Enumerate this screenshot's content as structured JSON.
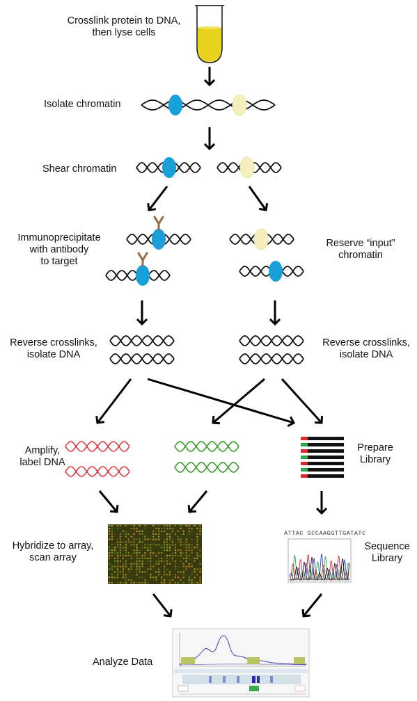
{
  "steps": {
    "crosslink": {
      "line1": "Crosslink protein to DNA,",
      "line2": "then lyse cells"
    },
    "isolate": "Isolate chromatin",
    "shear": "Shear chromatin",
    "immuno": {
      "line1": "Immunoprecipitate",
      "line2": "with antibody",
      "line3": "to target"
    },
    "reserve": {
      "line1": "Reserve “input”",
      "line2": "chromatin"
    },
    "reverse_left": {
      "line1": "Reverse crosslinks,",
      "line2": "isolate DNA"
    },
    "reverse_right": {
      "line1": "Reverse crosslinks,",
      "line2": "isolate DNA"
    },
    "amplify": {
      "line1": "Amplify,",
      "line2": "label DNA"
    },
    "prepare": {
      "line1": "Prepare",
      "line2": "Library"
    },
    "hybridize": {
      "line1": "Hybridize to array,",
      "line2": "scan array"
    },
    "sequence": {
      "line1": "Sequence",
      "line2": "Library"
    },
    "analyze": "Analyze Data"
  },
  "sequence_read": "ATTAC GCCAAGGTTGATATC",
  "colors": {
    "target_protein": "#1aa0d8",
    "other_protein": "#f5efbf",
    "antibody": "#9a6a45",
    "chip_dna": "#e0252c",
    "input_dna": "#3a9a2a",
    "liquid": "#e8d21e",
    "library_adapter_red": "#e0252c",
    "library_adapter_green": "#2aa84a"
  }
}
